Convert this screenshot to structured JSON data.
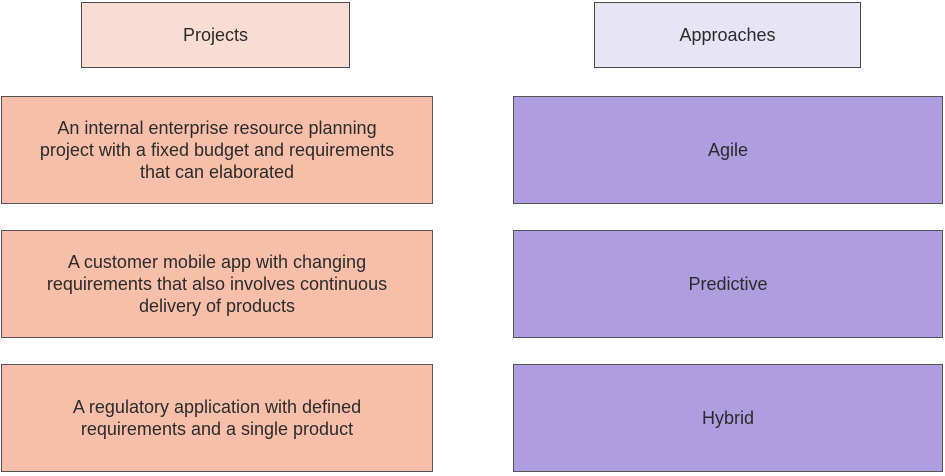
{
  "headers": {
    "projects": "Projects",
    "approaches": "Approaches"
  },
  "projects": [
    {
      "text": "An internal enterprise resource planning\nproject with a fixed budget and requirements\nthat can elaborated"
    },
    {
      "text": "A customer mobile app with changing\nrequirements that also involves continuous\ndelivery of products"
    },
    {
      "text": "A regulatory application with defined\nrequirements and a single product"
    }
  ],
  "approaches": [
    {
      "label": "Agile"
    },
    {
      "label": "Predictive"
    },
    {
      "label": "Hybrid"
    }
  ],
  "colors": {
    "project_box": "#f7bfa9",
    "project_header": "#f9ddd3",
    "approach_box": "#ae9ee0",
    "approach_header": "#e7e5f4"
  }
}
